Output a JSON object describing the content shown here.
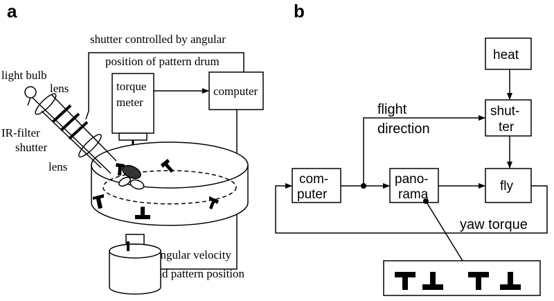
{
  "panel_a": {
    "letter": "a",
    "shutter_note_line1": "shutter controlled by angular",
    "shutter_note_line2": "position of pattern drum",
    "light_bulb": "light bulb",
    "lens_top": "lens",
    "ir_filter": "IR-filter",
    "shutter": "shutter",
    "lens_bottom": "lens",
    "torque_line1": "torque",
    "torque_line2": "meter",
    "computer": "computer",
    "velocity_line1": "angular velocity",
    "velocity_line2": "and pattern position"
  },
  "panel_b": {
    "letter": "b",
    "heat": "heat",
    "shutter_line1": "shut-",
    "shutter_line2": "ter",
    "flight_line1": "flight",
    "flight_line2": "direction",
    "computer_line1": "com-",
    "computer_line2": "puter",
    "panorama_line1": "pano-",
    "panorama_line2": "rama",
    "fly": "fly",
    "yaw_torque": "yaw torque"
  }
}
